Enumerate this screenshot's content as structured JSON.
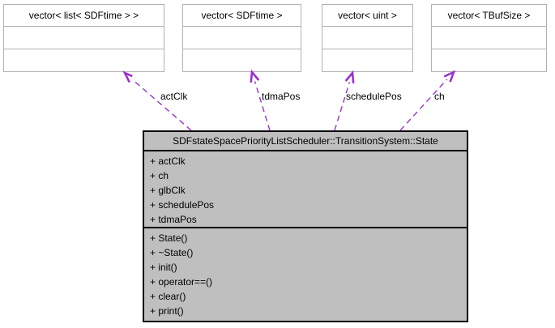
{
  "diagram": {
    "type": "uml-collaboration-diagram",
    "background_color": "#ffffff",
    "edge_color": "#9a32cd",
    "main_node_fill": "#bfbfbf",
    "main_node_border": "#000000",
    "related_node_fill": "#ffffff",
    "related_node_border": "#b2b2b2",
    "text_color": "#000000"
  },
  "related_classes": [
    {
      "title": "vector< list< SDFtime > >"
    },
    {
      "title": "vector< SDFtime >"
    },
    {
      "title": "vector< uint >"
    },
    {
      "title": "vector< TBufSize >"
    }
  ],
  "main_class": {
    "title": "SDFstateSpacePriorityListScheduler::TransitionSystem::State",
    "attributes": [
      "+ actClk",
      "+ ch",
      "+ glbClk",
      "+ schedulePos",
      "+ tdmaPos"
    ],
    "methods": [
      "+ State()",
      "+ ~State()",
      "+ init()",
      "+ operator==()",
      "+ clear()",
      "+ print()"
    ]
  },
  "edges": [
    {
      "label": "actClk",
      "from": "State",
      "to": "vector< list< SDFtime > >"
    },
    {
      "label": "tdmaPos",
      "from": "State",
      "to": "vector< SDFtime >"
    },
    {
      "label": "schedulePos",
      "from": "State",
      "to": "vector< uint >"
    },
    {
      "label": "ch",
      "from": "State",
      "to": "vector< TBufSize >"
    }
  ]
}
